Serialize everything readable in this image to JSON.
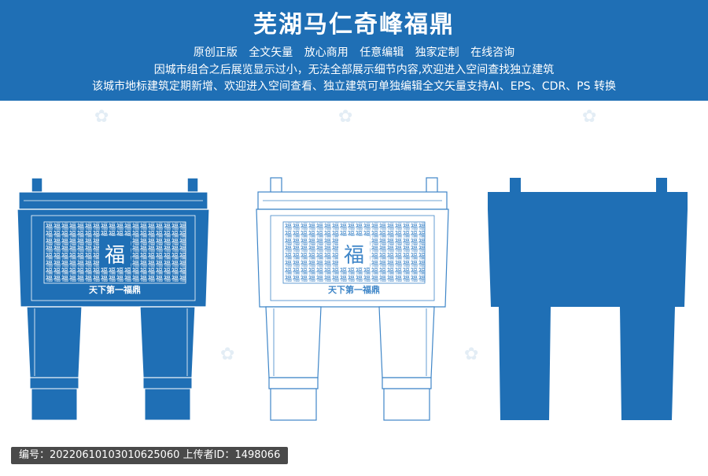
{
  "header": {
    "title": "芜湖马仁奇峰福鼎",
    "features": [
      "原创正版",
      "全文矢量",
      "放心商用",
      "任意编辑",
      "独家定制",
      "在线咨询"
    ],
    "line2": "因城市组合之后展览显示过小，无法全部展示细节内容,欢迎进入空间查找独立建筑",
    "line3": "该城市地标建筑定期新增、欢迎进入空间查看、独立建筑可单独编辑全文矢量支持AI、EPS、CDR、PS 转换"
  },
  "ding": {
    "big_char": "福",
    "grid_char": "福",
    "inscription": "天下第一福鼎"
  },
  "footer": {
    "id_label": "编号：",
    "id_value": "20220610103010625060",
    "uploader_label": "上传者ID：",
    "uploader_value": "1498066"
  },
  "colors": {
    "brand_blue": "#1f6fb5",
    "outline_blue": "#3f86c8"
  }
}
